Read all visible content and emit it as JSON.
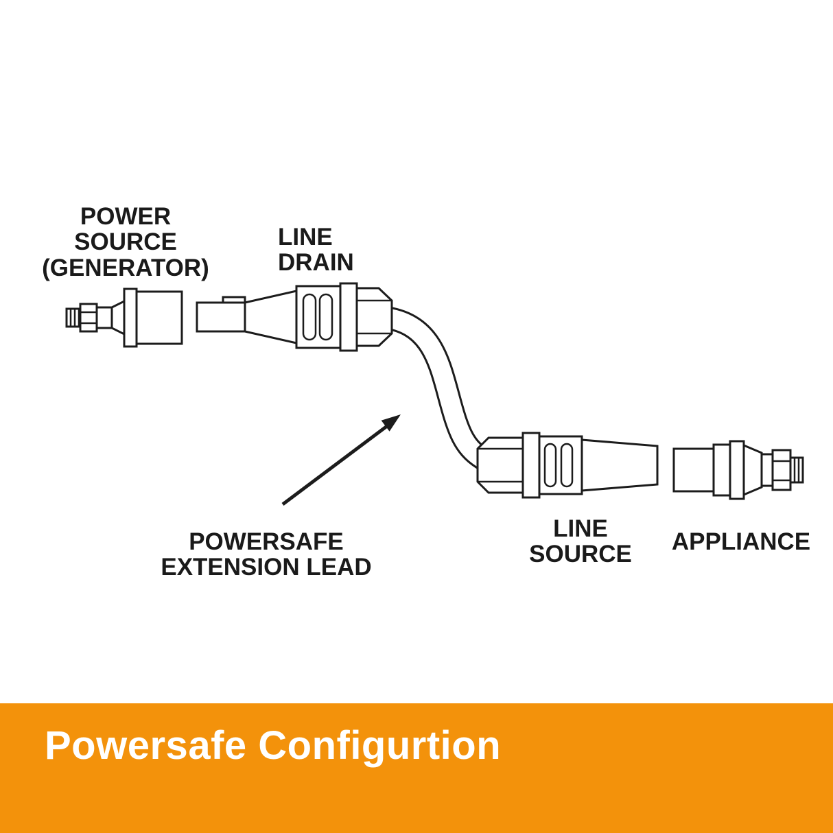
{
  "diagram": {
    "labels": {
      "power_source": "POWER\nSOURCE\n(GENERATOR)",
      "line_drain": "LINE\nDRAIN",
      "extension_lead": "POWERSAFE\nEXTENSION LEAD",
      "line_source": "LINE\nSOURCE",
      "appliance": "APPLIANCE"
    }
  },
  "banner": {
    "title": "Powersafe Configurtion"
  },
  "colors": {
    "banner_background": "#F3920B",
    "line_color": "#1c1c1c",
    "banner_text": "#ffffff"
  }
}
